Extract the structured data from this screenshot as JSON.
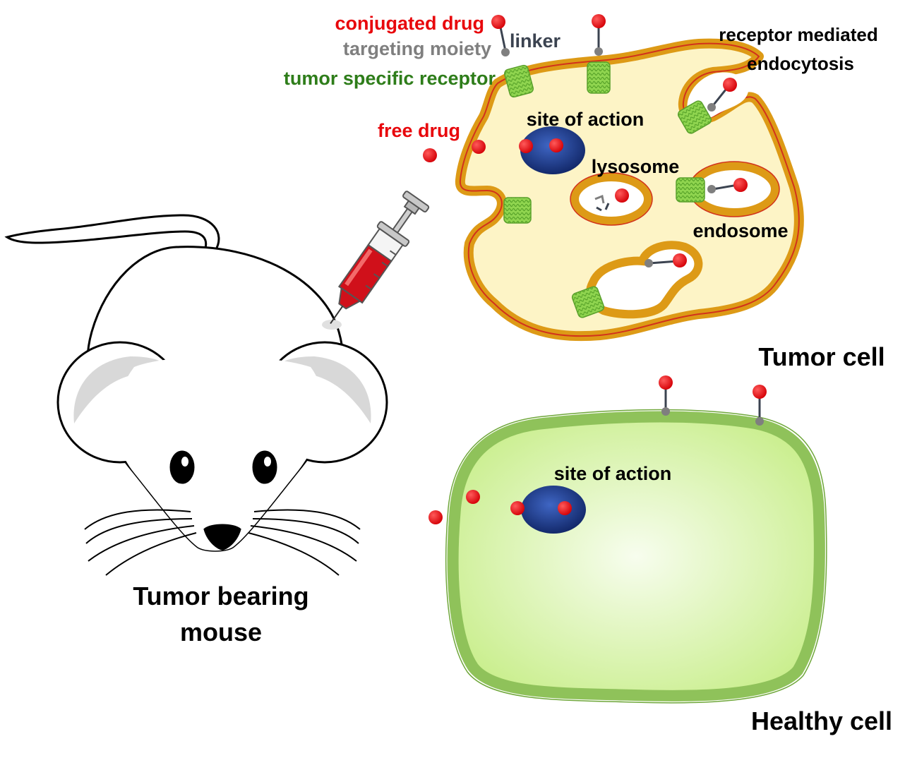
{
  "legend": {
    "conjugated_drug": "conjugated drug",
    "linker": "linker",
    "targeting_moiety": "targeting moiety",
    "tumor_specific_receptor": "tumor specific receptor",
    "free_drug": "free drug"
  },
  "tumor_cell": {
    "title": "Tumor cell",
    "receptor_mediated_line1": "receptor mediated",
    "receptor_mediated_line2": "endocytosis",
    "site_of_action": "site of action",
    "lysosome": "lysosome",
    "endosome": "endosome"
  },
  "healthy_cell": {
    "title": "Healthy cell",
    "site_of_action": "site of action"
  },
  "mouse": {
    "label_line1": "Tumor bearing",
    "label_line2": "mouse"
  },
  "colors": {
    "drug_red": "#e8070c",
    "linker_gray": "#3b4350",
    "moiety_gray": "#7f7f7f",
    "receptor_green": "#6fbf3a",
    "receptor_label_green": "#2e7d1a",
    "tumor_membrane": "#dd9a16",
    "tumor_membrane_outline": "#d2321c",
    "tumor_cytoplasm": "#fdf4c6",
    "healthy_membrane": "#8fc25a",
    "healthy_cytoplasm": "#d9f5a8",
    "nucleus_blue": "#1e3c8c"
  }
}
